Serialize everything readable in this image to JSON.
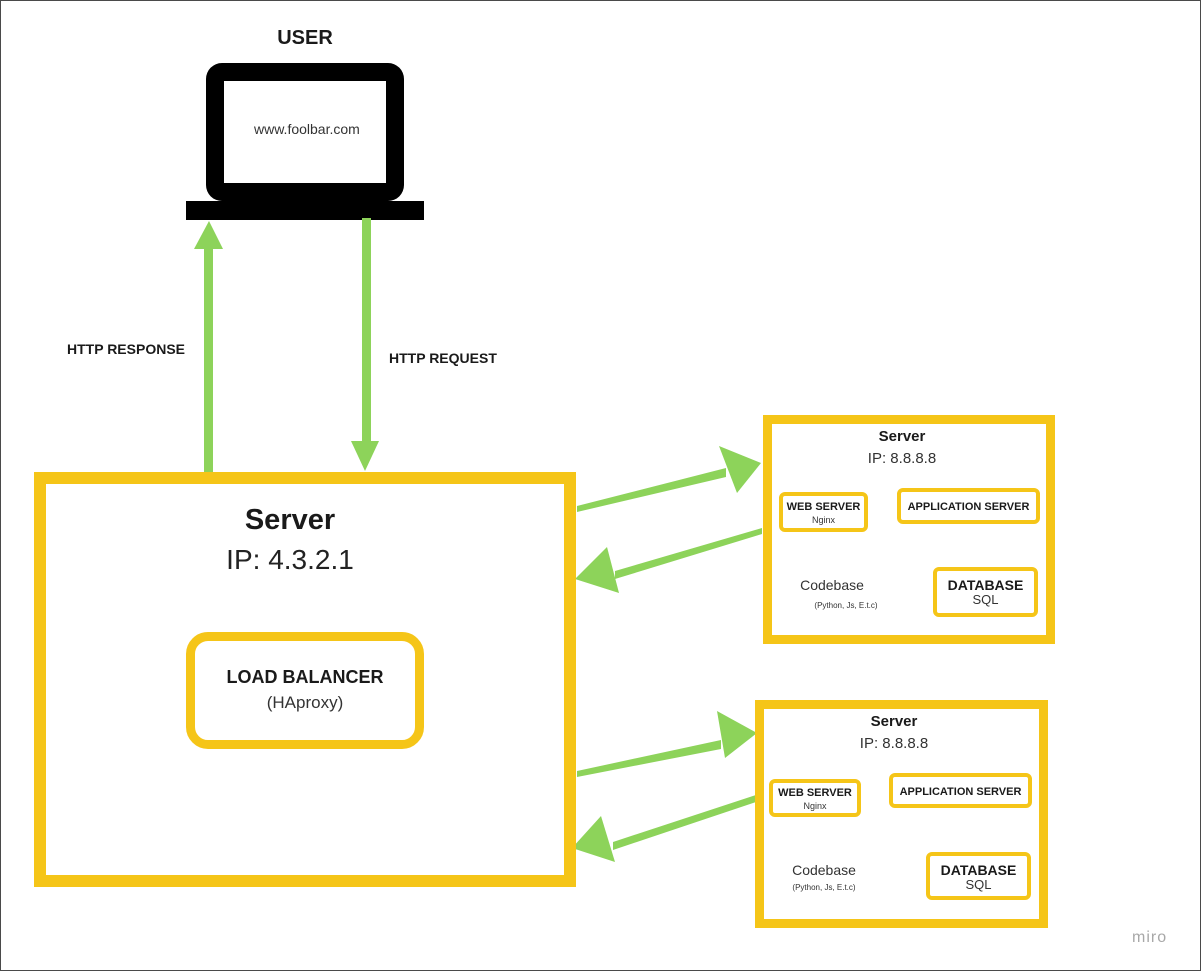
{
  "user": {
    "title": "USER",
    "url": "www.foolbar.com"
  },
  "arrows": {
    "response_label": "HTTP RESPONSE",
    "request_label": "HTTP REQUEST"
  },
  "main_server": {
    "title": "Server",
    "ip": "IP: 4.3.2.1",
    "load_balancer": {
      "title": "LOAD BALANCER",
      "subtitle": "(HAproxy)"
    }
  },
  "servers": [
    {
      "title": "Server",
      "ip": "IP: 8.8.8.8",
      "web_server": {
        "title": "WEB SERVER",
        "subtitle": "Nginx"
      },
      "app_server": {
        "title": "APPLICATION SERVER"
      },
      "codebase": {
        "title": "Codebase",
        "subtitle": "(Python, Js, E.t.c)"
      },
      "database": {
        "title": "DATABASE",
        "subtitle": "SQL"
      }
    },
    {
      "title": "Server",
      "ip": "IP: 8.8.8.8",
      "web_server": {
        "title": "WEB SERVER",
        "subtitle": "Nginx"
      },
      "app_server": {
        "title": "APPLICATION SERVER"
      },
      "codebase": {
        "title": "Codebase",
        "subtitle": "(Python, Js, E.t.c)"
      },
      "database": {
        "title": "DATABASE",
        "subtitle": "SQL"
      }
    }
  ],
  "watermark": "miro",
  "colors": {
    "arrow": "#8dd35a",
    "box_border": "#f5c518",
    "laptop": "#000000"
  }
}
